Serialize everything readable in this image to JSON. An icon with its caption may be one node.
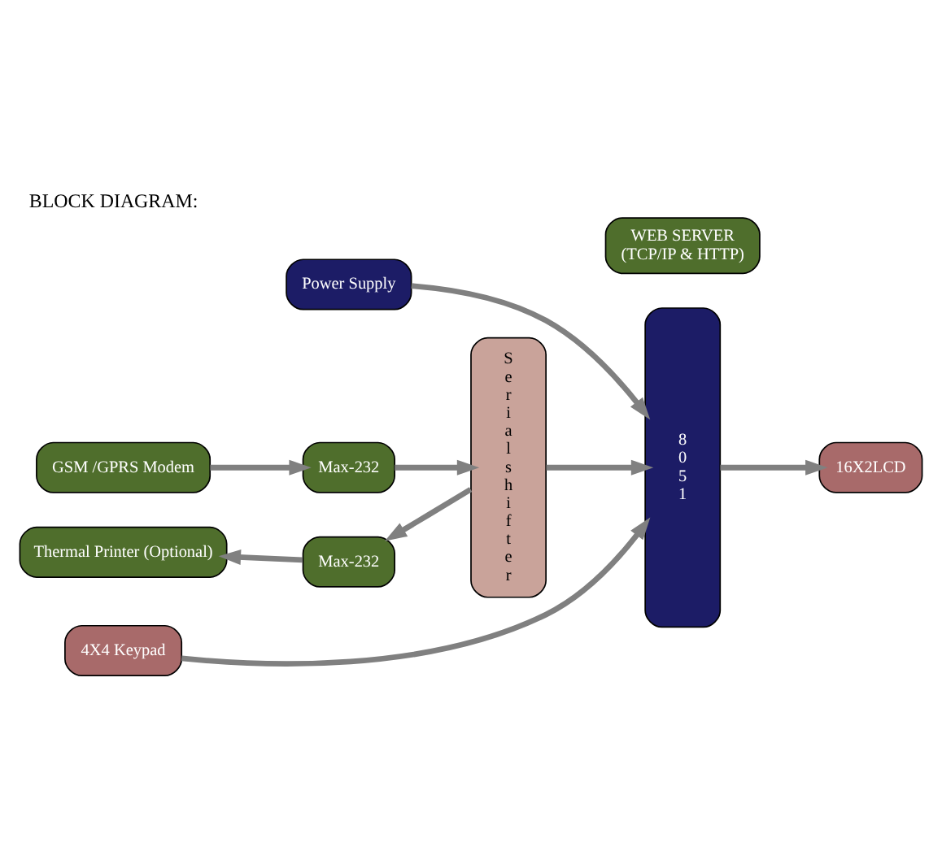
{
  "diagram": {
    "title": "BLOCK DIAGRAM:",
    "nodes": [
      {
        "text": [
          "Power Supply"
        ]
      },
      {
        "text": [
          "8 0 5 1"
        ]
      },
      {
        "text": [
          "GSM /GPRS Modem"
        ]
      },
      {
        "text": [
          "Max-232"
        ]
      },
      {
        "text": [
          "S e r i a l s h i f t e r"
        ]
      },
      {
        "text": [
          "Thermal Printer (Optional)"
        ]
      },
      {
        "text": [
          "Max-232"
        ]
      },
      {
        "text": [
          "16X2LCD"
        ]
      },
      {
        "text": [
          "4X4 Keypad"
        ]
      },
      {
        "text": [
          "WEB SERVER",
          "(TCP/IP & HTTP)"
        ]
      }
    ],
    "edges": [
      {
        "from": 0,
        "to": 1,
        "arrow": "to"
      },
      {
        "from": 2,
        "to": 3,
        "arrow": "to"
      },
      {
        "from": 3,
        "to": 4,
        "arrow": "to"
      },
      {
        "from": 4,
        "to": 1,
        "arrow": "to"
      },
      {
        "from": 4,
        "to": 6,
        "arrow": "to"
      },
      {
        "from": 6,
        "to": 5,
        "arrow": "to"
      },
      {
        "from": 1,
        "to": 7,
        "arrow": "to"
      },
      {
        "from": 8,
        "to": 1,
        "arrow": "to"
      }
    ]
  }
}
